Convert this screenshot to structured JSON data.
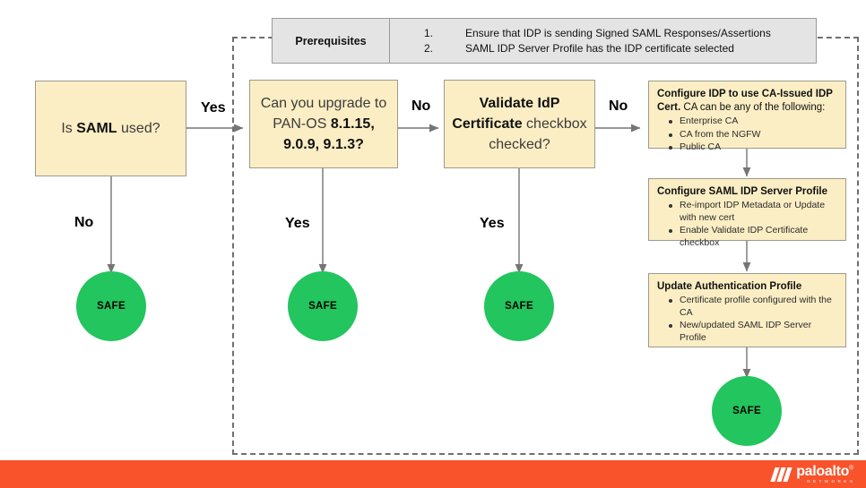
{
  "page": {
    "title": "SAML vulnerability decision flowchart"
  },
  "prerequisites": {
    "label": "Prerequisites",
    "items": [
      {
        "num": "1.",
        "text": "Ensure that IDP is sending Signed SAML Responses/Assertions"
      },
      {
        "num": "2.",
        "text": "SAML IDP Server Profile has the IDP certificate selected"
      }
    ]
  },
  "decisions": [
    {
      "id": "is-saml-used",
      "plain_text": "Is SAML used?",
      "pre": "Is ",
      "strong": "SAML",
      "post": " used?"
    },
    {
      "id": "can-you-upgrade",
      "line1": "Can you upgrade to",
      "line2_pre": "PAN-OS ",
      "line2_strong": "8.1.15,",
      "line3_strong": "9.0.9, 9.1.3?"
    },
    {
      "id": "validate-idp-certificate",
      "line1_strong": "Validate IdP",
      "line2_strong": "Certificate",
      "line2_post": " checkbox",
      "line3": "checked?"
    }
  ],
  "actions": [
    {
      "id": "configure-idp-ca-issued",
      "heading_strong": "Configure IDP to use CA-Issued IDP Cert.",
      "heading_normal": " CA can be any of the following:",
      "bullets": [
        "Enterprise CA",
        "CA from the NGFW",
        "Public CA"
      ]
    },
    {
      "id": "configure-saml-idp-server-profile",
      "heading_strong": "Configure SAML IDP Server Profile",
      "heading_normal": "",
      "bullets": [
        "Re-import IDP Metadata or Update with new cert",
        "Enable Validate IDP Certificate checkbox"
      ]
    },
    {
      "id": "update-authentication-profile",
      "heading_strong": "Update Authentication Profile",
      "heading_normal": "",
      "bullets": [
        "Certificate profile configured with the CA",
        "New/updated SAML IDP Server Profile"
      ]
    }
  ],
  "edge_labels": {
    "saml_yes": "Yes",
    "saml_no": "No",
    "upgrade_no": "No",
    "upgrade_yes": "Yes",
    "validate_no": "No",
    "validate_yes": "Yes"
  },
  "terminals": {
    "safe": "SAFE",
    "count": 4
  },
  "footer": {
    "brand": "paloalto",
    "brand_mark": "®",
    "brand_sub": "N E T W O R K S"
  },
  "colors": {
    "box_fill": "#fceec4",
    "box_border": "#9b9b8f",
    "prereq_fill": "#e4e4e4",
    "prereq_border": "#9a9a9a",
    "safe_green": "#22c55e",
    "footer_orange": "#f9532b",
    "wire": "#757575",
    "dashed_border": "#6f6f6f"
  }
}
